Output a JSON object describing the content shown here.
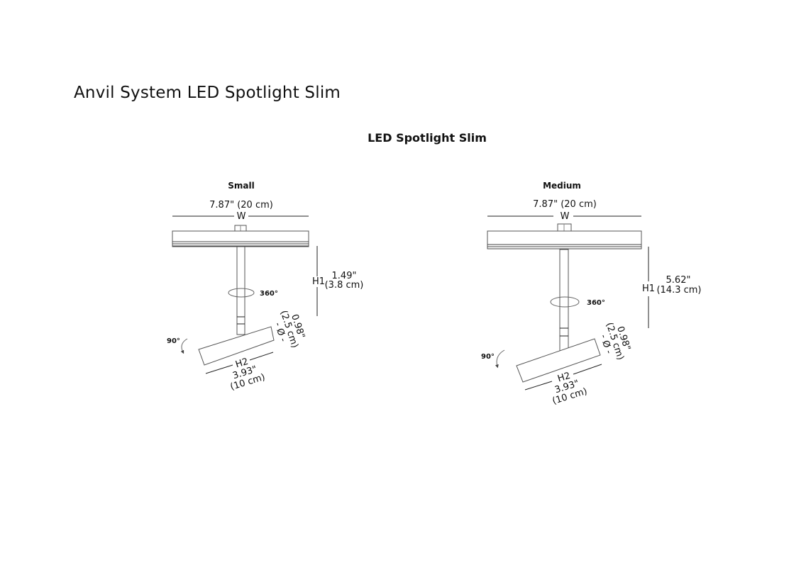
{
  "title": "Anvil System LED Spotlight Slim",
  "subtitle": "LED Spotlight Slim",
  "variants": [
    {
      "name": "Small",
      "width_label": "7.87\" (20 cm)",
      "w": "W",
      "h1": "H1",
      "h1_in": "1.49\"",
      "h1_cm": "(3.8 cm)",
      "rotation": "360°",
      "tilt": "90°",
      "diameter_in": "0.98\"",
      "diameter_cm": "(2.5 cm)",
      "diameter_symbol": "- Ø -",
      "h2": "H2",
      "h2_in": "3.93\"",
      "h2_cm": "(10 cm)"
    },
    {
      "name": "Medium",
      "width_label": "7.87\" (20 cm)",
      "w": "W",
      "h1": "H1",
      "h1_in": "5.62\"",
      "h1_cm": "(14.3 cm)",
      "rotation": "360°",
      "tilt": "90°",
      "diameter_in": "0.98\"",
      "diameter_cm": "(2.5 cm)",
      "diameter_symbol": "- Ø -",
      "h2": "H2",
      "h2_in": "3.93\"",
      "h2_cm": "(10 cm)"
    }
  ]
}
